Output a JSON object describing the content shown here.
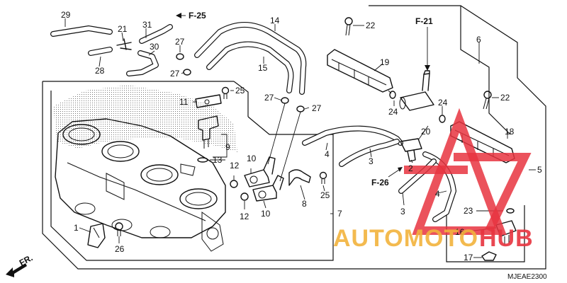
{
  "refs": {
    "f25": "F-25",
    "f21": "F-21",
    "f26": "F-26"
  },
  "callouts": {
    "c1": "1",
    "c2": "2",
    "c3a": "3",
    "c3b": "3",
    "c4a": "4",
    "c4b": "4",
    "c5": "5",
    "c6": "6",
    "c7": "7",
    "c8": "8",
    "c9": "9",
    "c10a": "10",
    "c10b": "10",
    "c11": "11",
    "c12a": "12",
    "c12b": "12",
    "c13": "13",
    "c14": "14",
    "c15": "15",
    "c16": "16",
    "c17": "17",
    "c18": "18",
    "c19": "19",
    "c20": "20",
    "c21": "21",
    "c22a": "22",
    "c22b": "22",
    "c23": "23",
    "c24a": "24",
    "c24b": "24",
    "c25a": "25",
    "c25b": "25",
    "c26": "26",
    "c27a": "27",
    "c27b": "27",
    "c27c": "27",
    "c27d": "27",
    "c28": "28",
    "c29": "29",
    "c30": "30",
    "c31": "31"
  },
  "diagram_code": "MJEAE2300",
  "front_marker": "FR.",
  "watermark": {
    "brand_part1": "AUTOMOTO",
    "brand_part2": "HUB",
    "color_primary": "#f2b33d",
    "color_secondary": "#e7343f"
  }
}
